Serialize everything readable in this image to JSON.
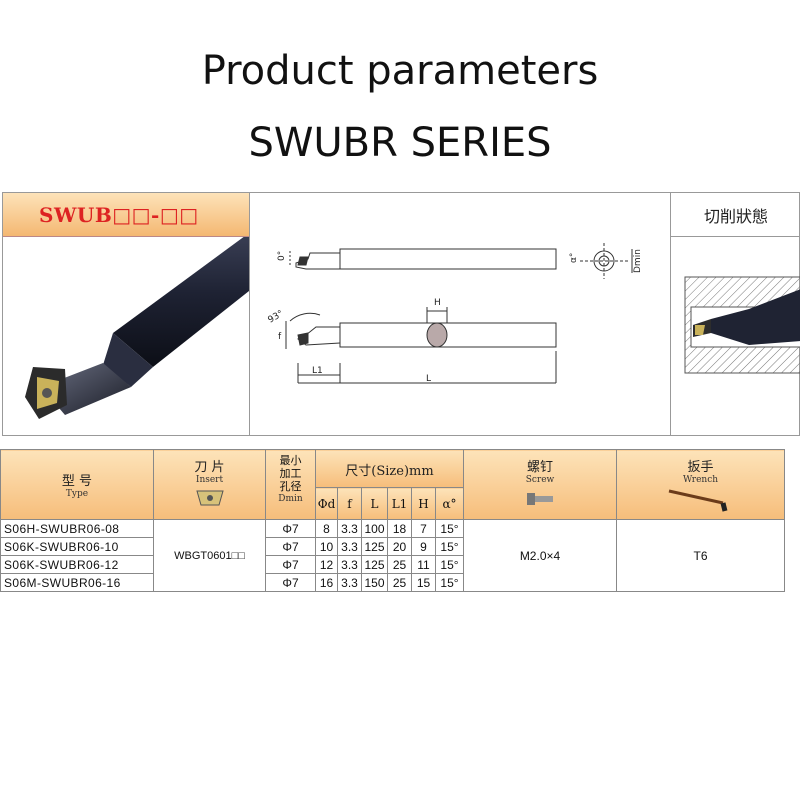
{
  "title": "Product parameters",
  "subtitle": "SWUBR SERIES",
  "panel": {
    "series_label": "SWUB□□-□□",
    "cutting_state": "切削狀態",
    "drawing_labels": {
      "h": "H",
      "l1": "L1",
      "l": "L",
      "angle": "93°",
      "f": "f",
      "zero_deg": "0°",
      "alpha": "α°",
      "dmin": "Dmin"
    }
  },
  "table": {
    "headers": {
      "type_zh": "型 号",
      "type_en": "Type",
      "insert_zh": "刀 片",
      "insert_en": "Insert",
      "dmin_zh1": "最小",
      "dmin_zh2": "加工",
      "dmin_zh3": "孔径",
      "dmin_en": "Dmin",
      "size": "尺寸(Size)mm",
      "screw_zh": "螺钉",
      "screw_en": "Screw",
      "wrench_zh": "扳手",
      "wrench_en": "Wrench"
    },
    "dim_headers": [
      "Φd",
      "f",
      "L",
      "L1",
      "H",
      "α°"
    ],
    "rows": [
      {
        "type": "S06H-SWUBR06-08",
        "dmin": "Φ7",
        "d": "8",
        "f": "3.3",
        "L": "100",
        "L1": "18",
        "H": "7",
        "a": "15°"
      },
      {
        "type": "S06K-SWUBR06-10",
        "dmin": "Φ7",
        "d": "10",
        "f": "3.3",
        "L": "125",
        "L1": "20",
        "H": "9",
        "a": "15°"
      },
      {
        "type": "S06K-SWUBR06-12",
        "dmin": "Φ7",
        "d": "12",
        "f": "3.3",
        "L": "125",
        "L1": "25",
        "H": "11",
        "a": "15°"
      },
      {
        "type": "S06M-SWUBR06-16",
        "dmin": "Φ7",
        "d": "16",
        "f": "3.3",
        "L": "150",
        "L1": "25",
        "H": "15",
        "a": "15°"
      }
    ],
    "insert": "WBGT0601□□",
    "screw": "M2.0×4",
    "wrench": "T6"
  }
}
